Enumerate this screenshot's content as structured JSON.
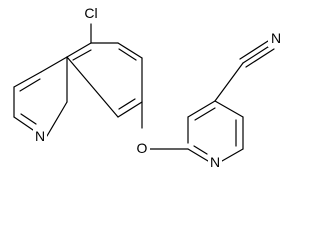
{
  "structure": {
    "atom_labels": {
      "chlorine": "Cl",
      "quinoline_nitrogen": "N",
      "ether_oxygen": "O",
      "pyridine_nitrogen": "N",
      "nitrile_nitrogen": "N"
    }
  }
}
